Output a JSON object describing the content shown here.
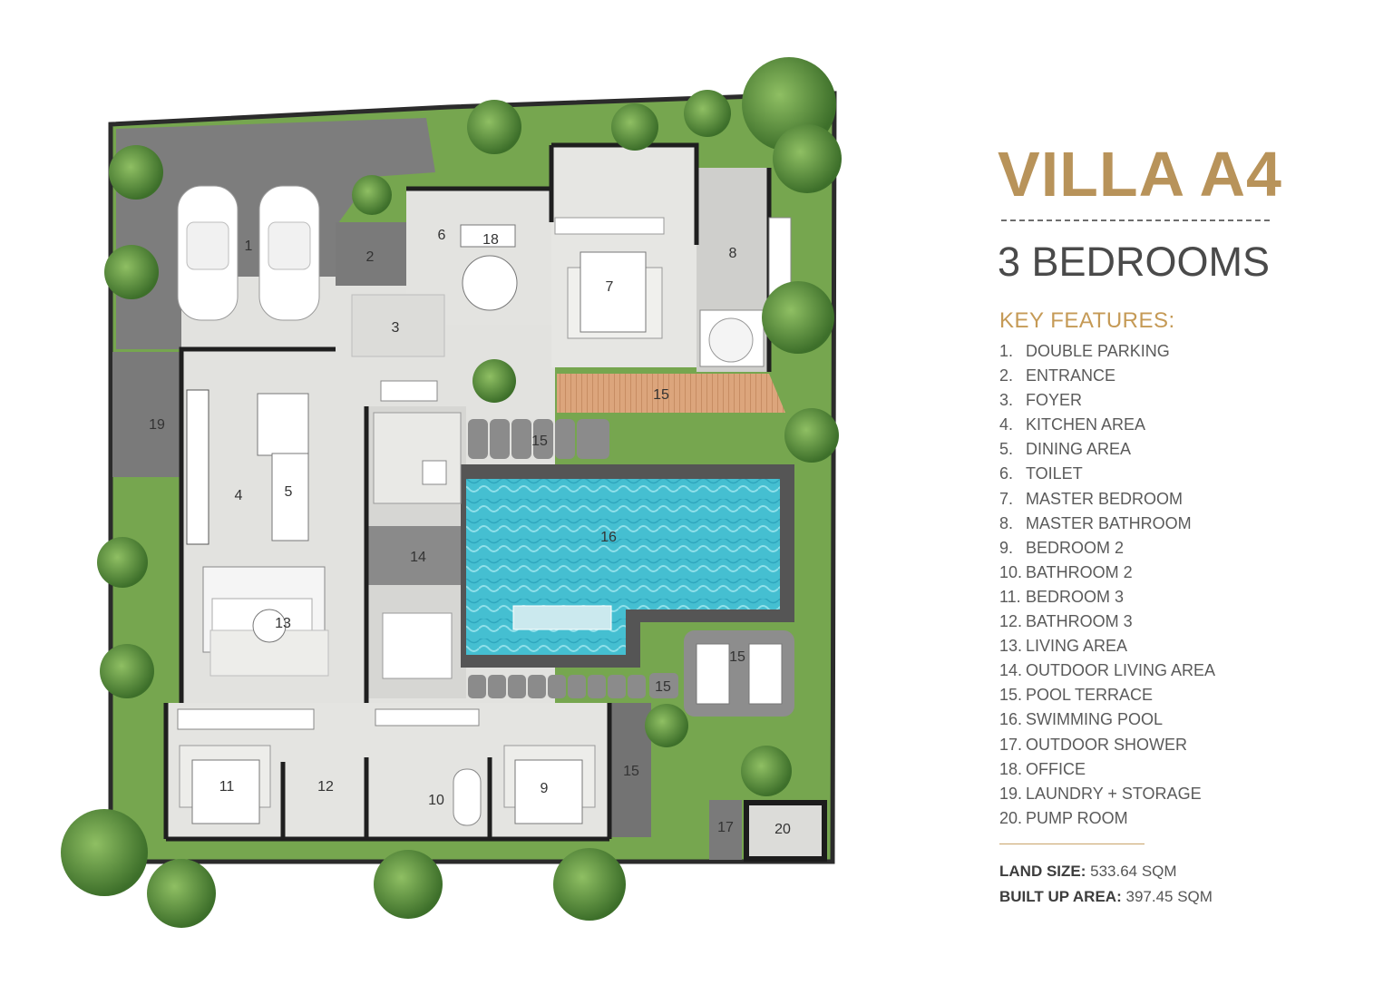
{
  "header": {
    "title": "VILLA A4",
    "subtitle": "3 BEDROOMS"
  },
  "key_features": {
    "heading": "KEY FEATURES:",
    "items": [
      {
        "num": "1.",
        "label": "DOUBLE PARKING"
      },
      {
        "num": "2.",
        "label": "ENTRANCE"
      },
      {
        "num": "3.",
        "label": "FOYER"
      },
      {
        "num": "4.",
        "label": "KITCHEN AREA"
      },
      {
        "num": "5.",
        "label": "DINING AREA"
      },
      {
        "num": "6.",
        "label": "TOILET"
      },
      {
        "num": "7.",
        "label": "MASTER BEDROOM"
      },
      {
        "num": "8.",
        "label": "MASTER BATHROOM"
      },
      {
        "num": "9.",
        "label": "BEDROOM 2"
      },
      {
        "num": "10.",
        "label": "BATHROOM 2"
      },
      {
        "num": "11.",
        "label": "BEDROOM 3"
      },
      {
        "num": "12.",
        "label": "BATHROOM 3"
      },
      {
        "num": "13.",
        "label": "LIVING AREA"
      },
      {
        "num": "14.",
        "label": "OUTDOOR LIVING AREA"
      },
      {
        "num": "15.",
        "label": "POOL TERRACE"
      },
      {
        "num": "16.",
        "label": "SWIMMING POOL"
      },
      {
        "num": "17.",
        "label": "OUTDOOR SHOWER"
      },
      {
        "num": "18.",
        "label": "OFFICE"
      },
      {
        "num": "19.",
        "label": "LAUNDRY + STORAGE"
      },
      {
        "num": "20.",
        "label": "PUMP ROOM"
      }
    ]
  },
  "stats": {
    "land_label": "LAND SIZE:",
    "land_value": "533.64 SQM",
    "built_label": "BUILT UP AREA:",
    "built_value": "397.45 SQM"
  },
  "plan_labels": {
    "l1": "1",
    "l2": "2",
    "l3": "3",
    "l4": "4",
    "l5": "5",
    "l6": "6",
    "l7": "7",
    "l8": "8",
    "l9": "9",
    "l10": "10",
    "l11": "11",
    "l12": "12",
    "l13": "13",
    "l14": "14",
    "l15a": "15",
    "l15b": "15",
    "l15c": "15",
    "l15d": "15",
    "l15e": "15",
    "l16": "16",
    "l17": "17",
    "l18": "18",
    "l19": "19",
    "l20": "20"
  },
  "colors": {
    "gold": "#b8935a",
    "lawn": "#6fa04a",
    "pool": "#3cb8cc",
    "floor": "#e4e4e1",
    "paving": "#7b7b7b",
    "deck": "#d8a37a"
  }
}
